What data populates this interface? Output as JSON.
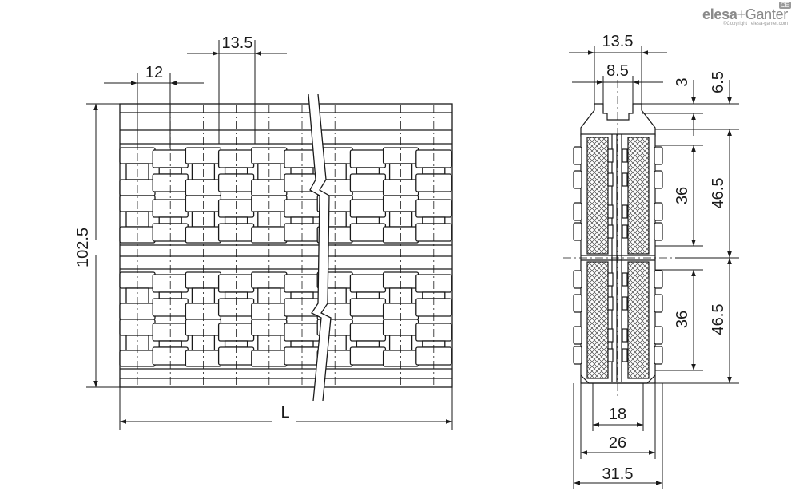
{
  "brand": {
    "name_a": "elesa",
    "plus": "+",
    "name_b": "Ganter",
    "copyright": "©Copyright | elesa-ganter.com",
    "mark": "CE"
  },
  "front_view": {
    "dims": {
      "top_pitch": "13.5",
      "left_pitch": "12",
      "height": "102.5",
      "length": "L"
    }
  },
  "side_view": {
    "dims": {
      "top_width": "13.5",
      "slot_width": "8.5",
      "lip_height": "3",
      "top_height": "6.5",
      "upper_inner": "36",
      "upper_outer": "46.5",
      "lower_inner": "36",
      "lower_outer": "46.5",
      "inner_width": "18",
      "mid_width": "26",
      "outer_width": "31.5"
    }
  },
  "colors": {
    "line": "#1a1a1a",
    "hatch": "#444444"
  }
}
